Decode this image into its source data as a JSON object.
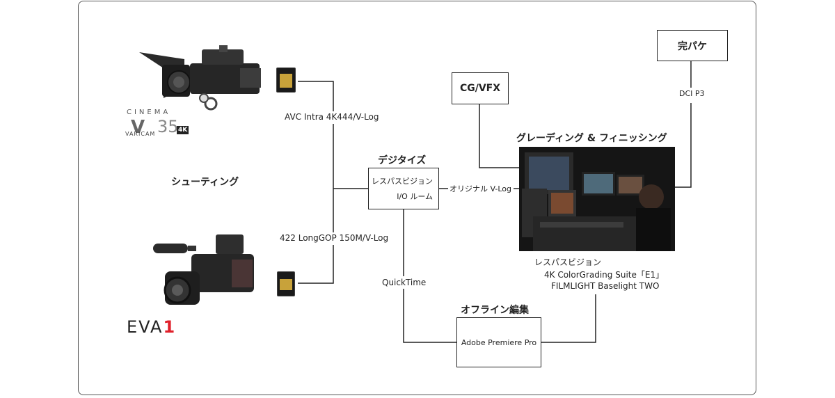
{
  "cameras": {
    "varicam": {
      "brand_top": "CINEMA",
      "brand_name": "VARICAM",
      "model_num": "35",
      "badge": "4K"
    },
    "eva1": {
      "logo_main": "EVA",
      "logo_num": "1"
    }
  },
  "labels": {
    "shooting": "シューティング",
    "avc": "AVC Intra 4K444/V-Log",
    "longgop": "422  LongGOP 150M/V-Log",
    "digitize_title": "デジタイズ",
    "digitize_box_line1": "レスパスビジョン",
    "digitize_box_line2": "I/O ルーム",
    "original_vlog": "オリジナル V-Log",
    "quicktime": "QuickTime",
    "cgvfx": "CG/VFX",
    "grading_title": "グレーディング & フィニッシング",
    "grading_caption_line1": "レスパスビジョン",
    "grading_caption_line2": "4K ColorGrading Suite「E1」",
    "grading_caption_line3": "FILMLIGHT Baselight TWO",
    "final": "完パケ",
    "dci": "DCI P3",
    "offline_title": "オフライン編集",
    "offline_box": "Adobe Premiere Pro"
  },
  "colors": {
    "line": "#222222",
    "card_gold": "#c8a23a",
    "eva_red": "#e0202a"
  }
}
